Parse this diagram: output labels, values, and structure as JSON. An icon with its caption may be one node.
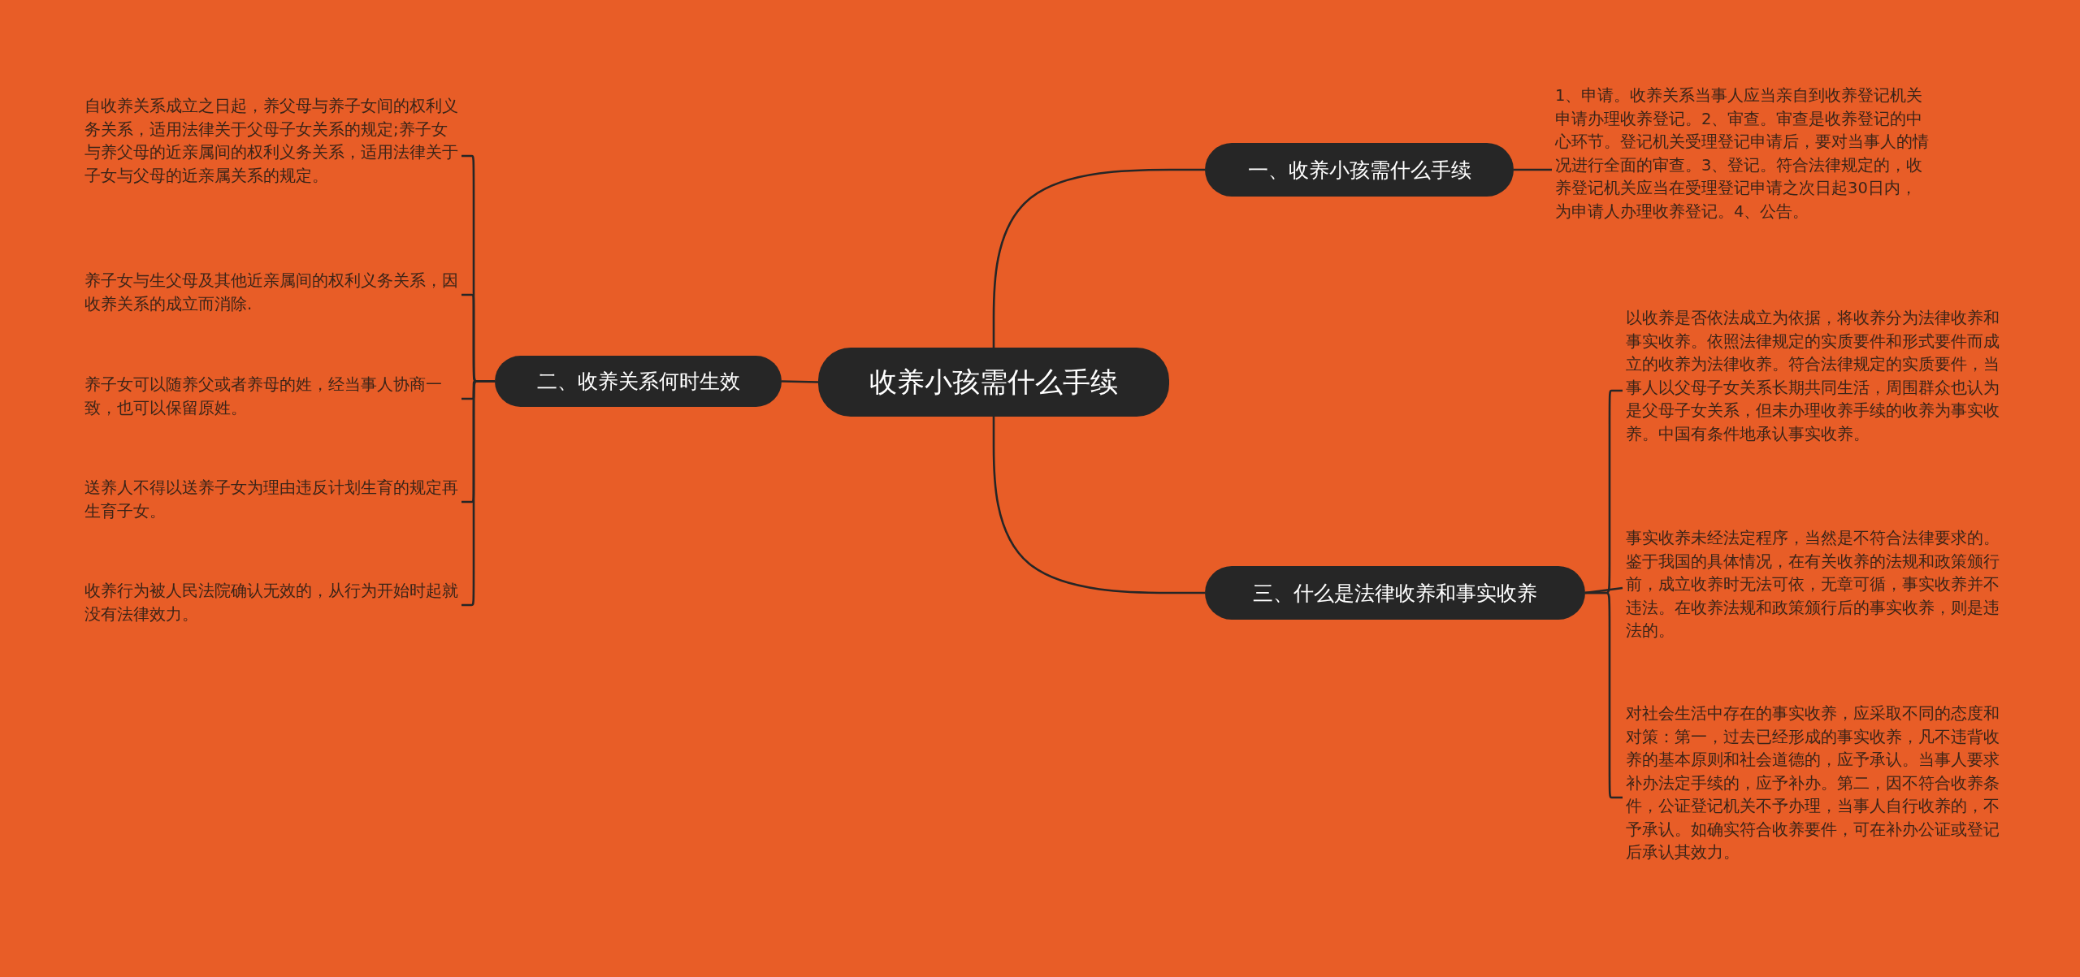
{
  "diagram": {
    "nodes": [
      {
        "text": [
          "收养小孩需什么手续"
        ]
      },
      {
        "text": [
          "一、收养小孩需什么手续"
        ]
      },
      {
        "text": [
          "1、申请。收养关系当事人应当亲自到收养登记机关申请办理收养登记。2、审查。审查是收养登记的中心环节。登记机关受理登记申请后，要对当事人的情况进行全面的审查。3、登记。符合法律规定的，收养登记机关应当在受理登记申请之次日起30日内，为申请人办理收养登记。4、公告。"
        ]
      },
      {
        "text": [
          "二、收养关系何时生效"
        ]
      },
      {
        "text": [
          "自收养关系成立之日起，养父母与养子女间的权利义务关系，适用法律关于父母子女关系的规定;养子女与养父母的近亲属间的权利义务关系，适用法律关于子女与父母的近亲属关系的规定。"
        ]
      },
      {
        "text": [
          "养子女与生父母及其他近亲属间的权利义务关系，因收养关系的成立而消除."
        ]
      },
      {
        "text": [
          "养子女可以随养父或者养母的姓，经当事人协商一致，也可以保留原姓。"
        ]
      },
      {
        "text": [
          "送养人不得以送养子女为理由违反计划生育的规定再生育子女。"
        ]
      },
      {
        "text": [
          "收养行为被人民法院确认无效的，从行为开始时起就没有法律效力。"
        ]
      },
      {
        "text": [
          "三、什么是法律收养和事实收养"
        ]
      },
      {
        "text": [
          "以收养是否依法成立为依据，将收养分为法律收养和事实收养。依照法律规定的实质要件和形式要件而成立的收养为法律收养。符合法律规定的实质要件，当事人以父母子女关系长期共同生活，周围群众也认为是父母子女关系，但未办理收养手续的收养为事实收养。中国有条件地承认事实收养。"
        ]
      },
      {
        "text": [
          "事实收养未经法定程序，当然是不符合法律要求的。鉴于我国的具体情况，在有关收养的法规和政策颁行前，成立收养时无法可依，无章可循，事实收养并不违法。在收养法规和政策颁行后的事实收养，则是违法的。"
        ]
      },
      {
        "text": [
          "对社会生活中存在的事实收养，应采取不同的态度和对策：第一，过去已经形成的事实收养，凡不违背收养的基本原则和社会道德的，应予承认。当事人要求补办法定手续的，应予补办。第二，因不符合收养条件，公证登记机关不予办理，当事人自行收养的，不予承认。如确实符合收养要件，可在补办公证或登记后承认其效力。"
        ]
      }
    ],
    "edges": [
      {
        "from": 0,
        "to": 1,
        "arrow": "none"
      },
      {
        "from": 1,
        "to": 2,
        "arrow": "none"
      },
      {
        "from": 0,
        "to": 3,
        "arrow": "none"
      },
      {
        "from": 3,
        "to": 4,
        "arrow": "none"
      },
      {
        "from": 3,
        "to": 5,
        "arrow": "none"
      },
      {
        "from": 3,
        "to": 6,
        "arrow": "none"
      },
      {
        "from": 3,
        "to": 7,
        "arrow": "none"
      },
      {
        "from": 3,
        "to": 8,
        "arrow": "none"
      },
      {
        "from": 0,
        "to": 9,
        "arrow": "none"
      },
      {
        "from": 9,
        "to": 10,
        "arrow": "none"
      },
      {
        "from": 9,
        "to": 11,
        "arrow": "none"
      },
      {
        "from": 9,
        "to": 12,
        "arrow": "none"
      }
    ]
  }
}
